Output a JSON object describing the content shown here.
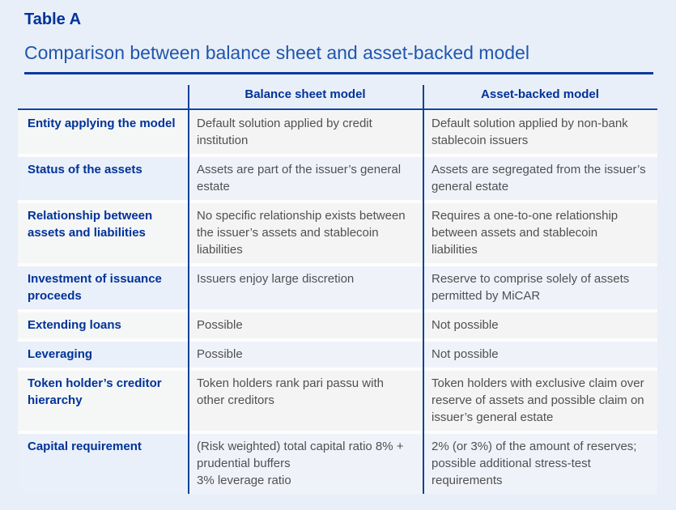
{
  "page": {
    "table_label": "Table A",
    "title": "Comparison between balance sheet and asset-backed model"
  },
  "table": {
    "columns": [
      "",
      "Balance sheet model",
      "Asset-backed model"
    ],
    "rows": [
      {
        "label": "Entity applying the model",
        "balance_sheet": "Default solution applied by credit institution",
        "asset_backed": "Default solution applied by non-bank stablecoin issuers"
      },
      {
        "label": "Status of the assets",
        "balance_sheet": "Assets are part of the issuer’s general estate",
        "asset_backed": "Assets are segregated from the issuer’s general estate"
      },
      {
        "label": "Relationship between assets and liabilities",
        "balance_sheet": "No specific relationship exists between the issuer’s assets and stablecoin liabilities",
        "asset_backed": "Requires a one-to-one relationship between assets and stablecoin liabilities"
      },
      {
        "label": "Investment of issuance proceeds",
        "balance_sheet": "Issuers enjoy large discretion",
        "asset_backed": "Reserve to comprise solely of assets permitted by MiCAR"
      },
      {
        "label": "Extending loans",
        "balance_sheet": "Possible",
        "asset_backed": "Not possible"
      },
      {
        "label": "Leveraging",
        "balance_sheet": "Possible",
        "asset_backed": "Not possible"
      },
      {
        "label": "Token holder’s creditor hierarchy",
        "balance_sheet": "Token holders rank pari passu with other creditors",
        "asset_backed": "Token holders with exclusive claim over reserve of assets and possible claim on issuer’s general estate"
      },
      {
        "label": "Capital requirement",
        "balance_sheet": "(Risk weighted) total capital ratio 8% + prudential buffers\n3% leverage ratio",
        "asset_backed": "2% (or 3%) of the amount of reserves; possible additional stress-test requirements"
      }
    ]
  },
  "colors": {
    "accent_blue": "#003299",
    "subtitle_blue": "#1e56ae",
    "divider_blue": "#0d419b",
    "page_background": "#e9eff8",
    "row_gray": "#f4f4f5",
    "row_label_blue": "#e9f0f9",
    "body_text": "#505052"
  }
}
